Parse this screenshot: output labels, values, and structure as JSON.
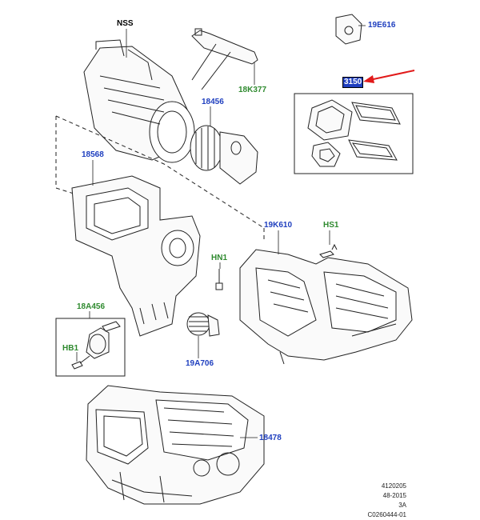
{
  "labels": {
    "nss": "NSS",
    "p19e616": "19E616",
    "p18k377": "18K377",
    "p18456": "18456",
    "p_selected": "3150",
    "p18568": "18568",
    "p19k610": "19K610",
    "hs1": "HS1",
    "hn1": "HN1",
    "p18a456": "18A456",
    "hb1": "HB1",
    "p19a706": "19A706",
    "p18478": "18478"
  },
  "footer": [
    "4120205",
    "48-2015",
    "3A",
    "C0260444-01"
  ],
  "colors": {
    "part_number": "#1f3fbf",
    "hardware": "#2f8a2f",
    "arrow": "#e11a1a"
  }
}
